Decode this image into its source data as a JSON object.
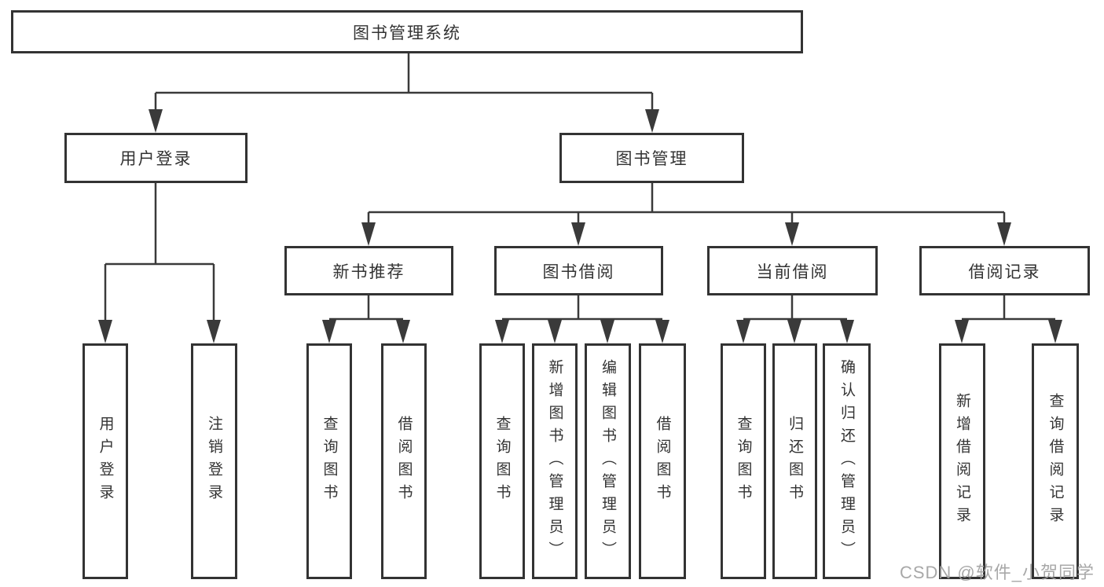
{
  "diagram_title": "图书管理系统",
  "tree": {
    "label": "图书管理系统",
    "children": [
      {
        "label": "用户登录",
        "children": [
          {
            "label": "用户登录"
          },
          {
            "label": "注销登录"
          }
        ]
      },
      {
        "label": "图书管理",
        "children": [
          {
            "label": "新书推荐",
            "children": [
              {
                "label": "查询图书"
              },
              {
                "label": "借阅图书"
              }
            ]
          },
          {
            "label": "图书借阅",
            "children": [
              {
                "label": "查询图书"
              },
              {
                "label": "新增图书（管理员）"
              },
              {
                "label": "编辑图书（管理员）"
              },
              {
                "label": "借阅图书"
              }
            ]
          },
          {
            "label": "当前借阅",
            "children": [
              {
                "label": "查询图书"
              },
              {
                "label": "归还图书"
              },
              {
                "label": "确认归还（管理员）"
              }
            ]
          },
          {
            "label": "借阅记录",
            "children": [
              {
                "label": "新增借阅记录"
              },
              {
                "label": "查询借阅记录"
              }
            ]
          }
        ]
      }
    ]
  },
  "watermark": {
    "text": "CSDN @软件_小贺同学"
  },
  "colors": {
    "line": "#3a3a3a",
    "node_border": "#333333",
    "text": "#333333",
    "background": "#ffffff",
    "watermark": "#9e9e9e"
  }
}
